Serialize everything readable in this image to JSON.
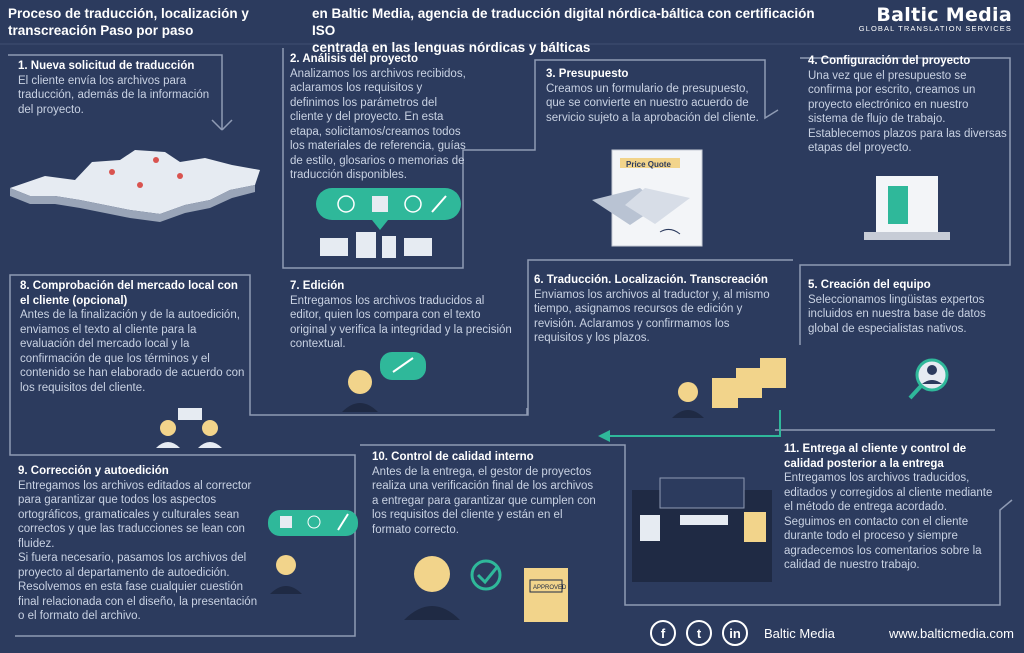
{
  "header": {
    "left_line1": "Proceso de traducción, localización y",
    "left_line2": "transcreación Paso por paso",
    "center_line1": "en Baltic Media, agencia de traducción digital nórdica-báltica con certificación ISO",
    "center_line2": "centrada en las lenguas nórdicas y bálticas",
    "logo_name": "Baltic Media",
    "logo_tagline": "GLOBAL TRANSLATION SERVICES"
  },
  "steps": {
    "s1": {
      "title": "1.   Nueva solicitud de traducción",
      "body": "El cliente envía los archivos para traducción, además de la información del proyecto."
    },
    "s2": {
      "title": "2.   Análisis del proyecto",
      "body": "Analizamos los archivos recibidos, aclaramos los requisitos y definimos los parámetros del cliente y del proyecto. En esta etapa, solicitamos/creamos todos los materiales de referencia, guías de estilo, glosarios o memorias de traducción disponibles."
    },
    "s3": {
      "title": "3.   Presupuesto",
      "body": "Creamos un formulario de presupuesto, que se convierte en nuestro acuerdo de servicio sujeto a la aprobación del cliente."
    },
    "s4": {
      "title": "4.   Configuración del proyecto",
      "body": "Una vez que el presupuesto se confirma por escrito, creamos un proyecto electrónico en nuestro sistema de flujo de trabajo. Establecemos plazos para las diversas etapas del proyecto."
    },
    "s5": {
      "title": "5.   Creación del equipo",
      "body": "Seleccionamos lingüistas expertos incluidos en nuestra base de datos global de especialistas nativos."
    },
    "s6": {
      "title": "6.   Traducción. Localización. Transcreación",
      "body": "Enviamos los archivos al traductor y, al mismo tiempo, asignamos recursos de edición y revisión. Aclaramos y confirmamos los requisitos y los plazos."
    },
    "s7": {
      "title": "7.   Edición",
      "body": "Entregamos los archivos traducidos al editor, quien los compara con el texto original y verifica la integridad y la precisión contextual."
    },
    "s8": {
      "title": "8.   Comprobación del mercado local con el cliente (opcional)",
      "body": "Antes de la finalización y de la autoedición, enviamos el texto al cliente para la evaluación del mercado local y la confirmación de que los términos y el contenido se han elaborado de acuerdo con los requisitos del cliente."
    },
    "s9": {
      "title": "9.   Corrección y autoedición",
      "body1": "Entregamos los archivos editados al corrector para garantizar que todos los aspectos ortográficos, gramaticales y culturales sean correctos y que las traducciones se lean con fluidez.",
      "body2": "Si fuera necesario, pasamos los archivos del proyecto al departamento de autoedición. Resolvemos en esta fase cualquier cuestión final relacionada con el diseño, la presentación o el formato del archivo."
    },
    "s10": {
      "title": "10.  Control de calidad interno",
      "body": "Antes de la entrega, el gestor de proyectos realiza una verificación final de los archivos a entregar para garantizar que cumplen con los requisitos del cliente y están en el formato correcto."
    },
    "s11": {
      "title": "11.  Entrega al cliente y control de calidad posterior a la entrega",
      "body": "Entregamos los archivos traducidos, editados y corregidos al cliente mediante el método de entrega acordado. Seguimos en contacto con el cliente durante todo el proceso y siempre agradecemos los comentarios sobre la calidad de nuestro trabajo."
    }
  },
  "illustrations": {
    "price_quote_label": "Price Quote",
    "approved_stamp": "APPROVED"
  },
  "footer": {
    "facebook": "f",
    "twitter": "t",
    "linkedin": "in",
    "brand": "Baltic Media",
    "url": "www.balticmedia.com"
  },
  "colors": {
    "background": "#2c3b5e",
    "path_line": "#8f9bb4",
    "accent_green": "#2fb89a",
    "folder_yellow": "#f2d48b",
    "text_body": "#c9d2e3"
  }
}
